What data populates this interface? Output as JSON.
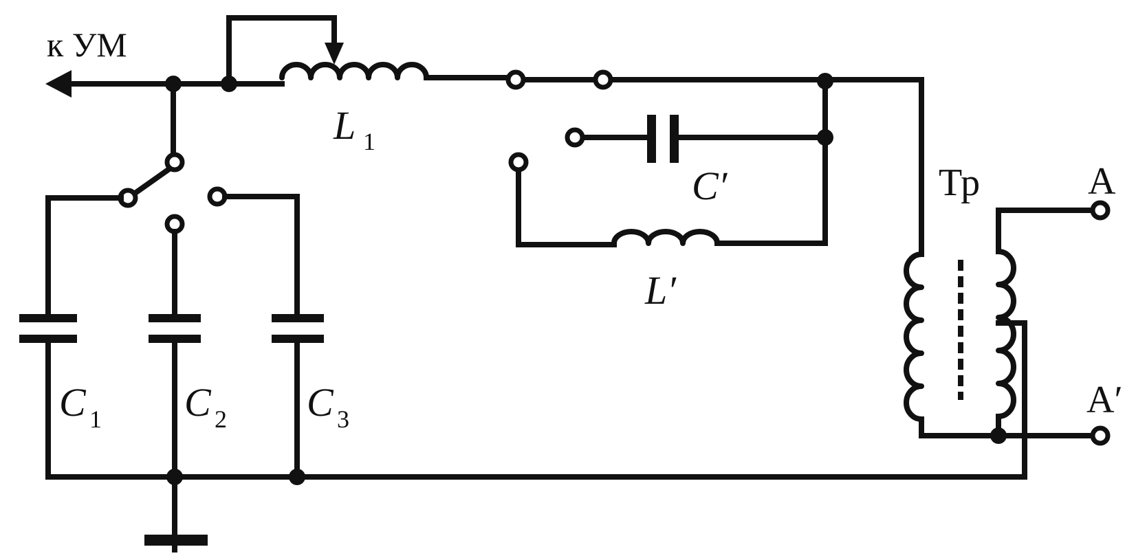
{
  "labels": {
    "to_amp": "к УМ",
    "L1": "L",
    "L1_sub": "1",
    "C_prime": "C′",
    "L_prime": "L′",
    "C1": "C",
    "C1_sub": "1",
    "C2": "C",
    "C2_sub": "2",
    "C3": "C",
    "C3_sub": "3",
    "transformer": "Тр",
    "out_A": "А",
    "out_A_prime": "А′"
  }
}
